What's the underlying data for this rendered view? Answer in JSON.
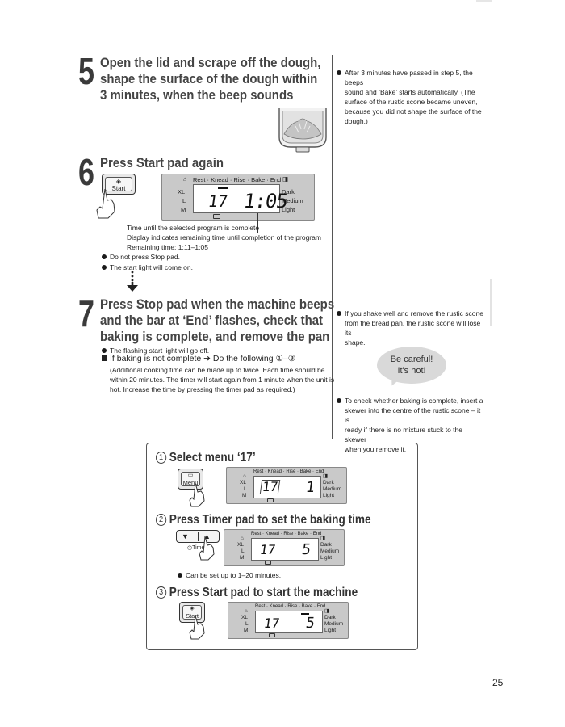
{
  "step5": {
    "number": "5",
    "title_line1": "Open the lid and scrape off the dough,",
    "title_line2": "shape the surface of the dough within",
    "title_line3": "3 minutes, when the beep sounds",
    "note_line1": "After 3 minutes have passed in step 5, the beeps",
    "note_line2": "sound and ‘Bake’ starts automatically. (The",
    "note_line3": "surface of the rustic scone became uneven,",
    "note_line4": "because you did not shape the surface of the",
    "note_line5": "dough.)"
  },
  "step6": {
    "number": "6",
    "title": "Press Start pad again",
    "start_button_label": "Start",
    "display": {
      "stages": "Rest · Knead · Rise · Bake · End",
      "size_xl": "XL",
      "size_l": "L",
      "size_m": "M",
      "crust_dark": "Dark",
      "crust_medium": "Medium",
      "crust_light": "Light",
      "program": "17",
      "time": "1:05"
    },
    "caption_line1": "Time until the selected program is complete",
    "caption_line2": "Display indicates remaining time until completion of the program",
    "caption_line3": "Remaining time:  1:11–1:05",
    "bullet1": "Do not press Stop pad.",
    "bullet2": "The start light will come on."
  },
  "step7": {
    "number": "7",
    "title_line1": "Press Stop pad when the machine beeps",
    "title_line2": "and the bar at ‘End’ flashes, check that",
    "title_line3": "baking is complete, and remove the pan",
    "bullet1": "The flashing start light will go off.",
    "if_not_complete": "If baking is not complete ➔ Do the following ①–③",
    "paren_line1": "(Additional cooking time can be made up to twice. Each time should be",
    "paren_line2": "within 20 minutes. The timer will start again from 1 minute when the unit is",
    "paren_line3": "hot. Increase the time by pressing the timer pad as required.)",
    "right_note1_line1": "If you shake well and remove the rustic scone",
    "right_note1_line2": "from the bread pan, the rustic scone will lose its",
    "right_note1_line3": "shape.",
    "bubble_line1": "Be careful!",
    "bubble_line2": "It's hot!",
    "right_note2_line1": "To check whether baking is complete, insert a",
    "right_note2_line2": "skewer into the centre of the rustic scone – it is",
    "right_note2_line3": "ready if there is no mixture stuck to the skewer",
    "right_note2_line4": "when you remove it."
  },
  "box": {
    "sub1_num": "1",
    "sub1_title": "Select menu ‘17’",
    "menu_label": "Menu",
    "display1_program": "17",
    "display1_time": "1",
    "sub2_num": "2",
    "sub2_title": "Press Timer pad to set the baking time",
    "timer_down": "▼",
    "timer_up": "▲",
    "timer_label": "Timer",
    "display2_program": "17",
    "display2_time": "5",
    "sub2_note": "Can be set up to 1–20 minutes.",
    "sub3_num": "3",
    "sub3_title": "Press Start pad to start the machine",
    "start_label": "Start",
    "display3_program": "17",
    "display3_time": "5",
    "stages": "Rest · Knead · Rise · Bake · End",
    "size_xl": "XL",
    "size_l": "L",
    "size_m": "M",
    "crust_dark": "Dark",
    "crust_medium": "Medium",
    "crust_light": "Light"
  },
  "page_number": "25"
}
